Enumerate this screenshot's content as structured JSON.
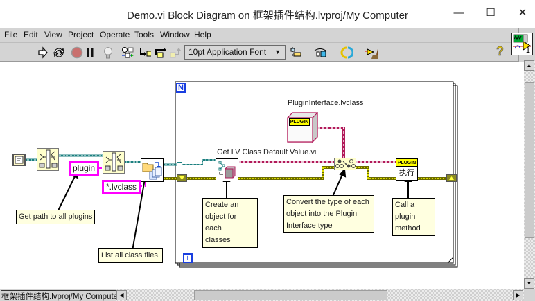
{
  "window": {
    "title": "Demo.vi Block Diagram on 框架插件结构.lvproj/My Computer",
    "controls": {
      "minimize": "—",
      "maximize": "☐",
      "close": "✕"
    }
  },
  "menubar": {
    "items": [
      {
        "label": "File"
      },
      {
        "label": "Edit"
      },
      {
        "label": "View"
      },
      {
        "label": "Project"
      },
      {
        "label": "Operate"
      },
      {
        "label": "Tools"
      },
      {
        "label": "Window"
      },
      {
        "label": "Help"
      }
    ]
  },
  "toolbar": {
    "buttons": [
      {
        "icon": "run-arrow-icon"
      },
      {
        "icon": "run-continuously-icon"
      },
      {
        "icon": "abort-icon"
      },
      {
        "icon": "pause-icon"
      },
      {
        "icon": "highlight-execution-icon"
      },
      {
        "icon": "retain-wire-values-icon"
      },
      {
        "icon": "step-into-icon"
      },
      {
        "icon": "step-over-icon"
      },
      {
        "icon": "step-out-icon"
      }
    ],
    "font_select": "10pt Application Font",
    "font_arrow": "▼",
    "align_icon": "align-objects-icon",
    "distribute_icon": "distribute-objects-icon",
    "reorder_icon": "reorder-icon",
    "cleanup_icon": "clean-up-diagram-icon",
    "help": "?",
    "vi_icon_number": "1"
  },
  "diagram": {
    "constants": {
      "plugin": "plugin",
      "lvclass_pattern": "*.lvclass"
    },
    "for_loop": {
      "count_terminal": "N",
      "iteration_terminal": "i"
    },
    "labels": {
      "get_default_value": "Get LV Class Default Value.vi",
      "plugin_interface": "PluginInterface.lvclass",
      "plugin_badge": "PLUGIN",
      "method_badge": "PLUGIN",
      "method_name": "执行"
    },
    "comments": {
      "get_path": "Get path to all plugins",
      "list_files": "List all class files.",
      "create_object_lines": [
        "Create an",
        "object for each",
        "classes"
      ],
      "convert_type_lines": [
        "Convert the type of each",
        "object into the Plugin",
        "Interface type"
      ],
      "call_method_lines": [
        "Call a",
        "plugin",
        "method"
      ]
    }
  },
  "statusbar": {
    "context": "框架插件结构.lvproj/My Computer"
  },
  "scrollbars": {
    "up": "▲",
    "down": "▼",
    "left": "◀",
    "right": "▶"
  }
}
